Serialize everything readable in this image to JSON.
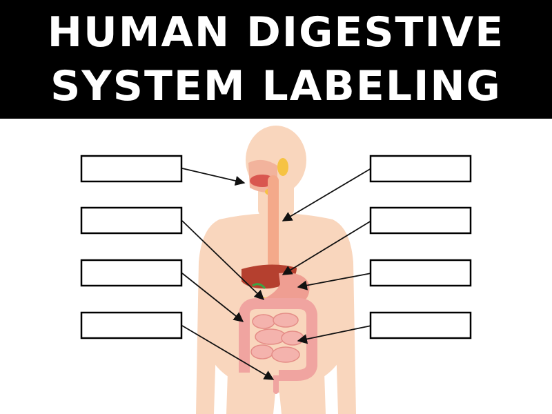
{
  "title": {
    "line1": "HUMAN DIGESTIVE",
    "line2": "SYSTEM LABELING"
  },
  "labels": [
    {
      "id": "left-1",
      "side": "left",
      "text": ""
    },
    {
      "id": "left-2",
      "side": "left",
      "text": ""
    },
    {
      "id": "left-3",
      "side": "left",
      "text": ""
    },
    {
      "id": "left-4",
      "side": "left",
      "text": ""
    },
    {
      "id": "right-1",
      "side": "right",
      "text": ""
    },
    {
      "id": "right-2",
      "side": "right",
      "text": ""
    },
    {
      "id": "right-3",
      "side": "right",
      "text": ""
    },
    {
      "id": "right-4",
      "side": "right",
      "text": ""
    }
  ],
  "colors": {
    "banner": "#000000",
    "title_text": "#ffffff",
    "skin": "#f9d6bd",
    "esophagus": "#f4a98a",
    "liver": "#b5402f",
    "stomach": "#ef9e92",
    "intestine": "#f0a4a0",
    "salivary": "#f6c343",
    "gallbladder": "#39a845"
  }
}
